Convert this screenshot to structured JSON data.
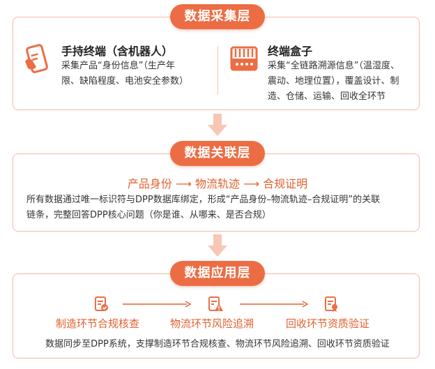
{
  "layer1": {
    "title": "数据采集层",
    "left": {
      "icon": "handheld-scanner-icon",
      "title": "手持终端（含机器人）",
      "desc_line1": "采集产品“身份信息”（生产年",
      "desc_line2": "限、缺陷程度、电池安全参数）"
    },
    "right": {
      "icon": "terminal-box-icon",
      "title": "终端盒子",
      "desc_line1": "采集“全链路溯源信息”（温湿度、",
      "desc_line2": "震动、地理位置），覆盖设计、制",
      "desc_line3": "造、仓储、运输、回收全环节"
    }
  },
  "layer2": {
    "title": "数据关联层",
    "flow": [
      "产品身份",
      "物流轨迹",
      "合规证明"
    ],
    "desc_line1": "所有数据通过唯一标识符与DPP数据库绑定，形成“产品身份–物流轨迹–合规证明”的关联",
    "desc_line2": "链条，完整回答DPP核心问题（你是谁、从哪来、是否合规）"
  },
  "layer3": {
    "title": "数据应用层",
    "items": [
      {
        "icon": "compliance-check-icon",
        "label": "制造环节合规核查"
      },
      {
        "icon": "risk-trace-icon",
        "label": "物流环节风险追溯"
      },
      {
        "icon": "qualification-verify-icon",
        "label": "回收环节资质验证"
      }
    ],
    "desc": "数据同步至DPP系统，支撑制造环节合规核查、物流环节风险追溯、回收环节资质验证"
  },
  "colors": {
    "accent": "#ec6d44",
    "border": "#f2b9a2",
    "arrow": "#f7c7b4"
  }
}
